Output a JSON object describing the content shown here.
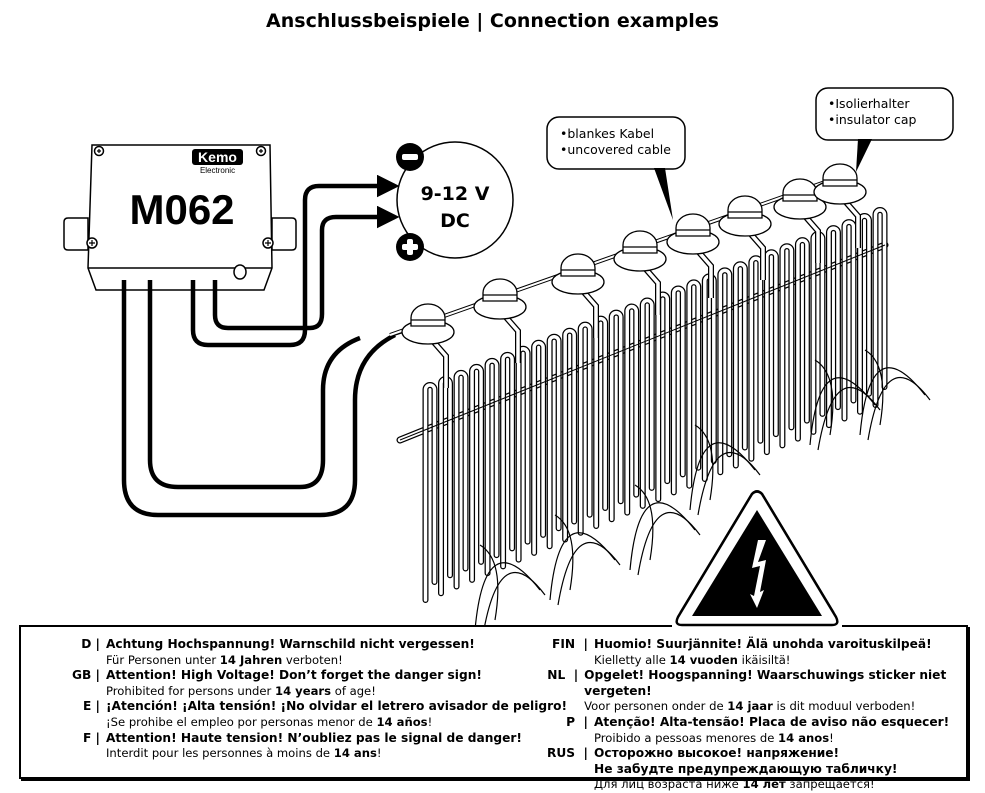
{
  "title": "Anschlussbeispiele | Connection examples",
  "device": {
    "brand": "Kemo",
    "brand_sub": "Electronic",
    "model": "M062"
  },
  "power": {
    "voltage": "9-12 V",
    "type": "DC",
    "minus_icon": "minus-circle-icon",
    "plus_icon": "plus-circle-icon"
  },
  "callouts": {
    "cable": [
      "blankes Kabel",
      "uncovered cable"
    ],
    "insulator": [
      "Isolierhalter",
      "insulator cap"
    ]
  },
  "warning_icon": "high-voltage-warning-icon",
  "warnings": {
    "left": [
      {
        "code": "D |",
        "heading": "Achtung Hochspannung! Warnschild nicht vergessen!",
        "sub_pre": "Für Personen unter ",
        "sub_bold": "14 Jahren",
        "sub_post": " verboten!"
      },
      {
        "code": "GB |",
        "heading": "Attention! High Voltage! Don’t forget the danger sign!",
        "sub_pre": "Prohibited for persons under ",
        "sub_bold": "14 years",
        "sub_post": " of age!"
      },
      {
        "code": "E |",
        "heading": "¡Atención! ¡Alta tensión! ¡No olvidar el letrero avisador de peligro!",
        "sub_pre": "¡Se prohibe el empleo por personas menor de ",
        "sub_bold": "14 años",
        "sub_post": "!"
      },
      {
        "code": "F |",
        "heading": "Attention! Haute tension! N’oubliez pas le signal de danger!",
        "sub_pre": "Interdit pour les personnes à moins de ",
        "sub_bold": "14 ans",
        "sub_post": "!"
      }
    ],
    "right": [
      {
        "code": "FIN  |",
        "heading": "Huomio! Suurjännite! Älä unohda varoituskilpeä!",
        "sub_pre": "Kielletty alle ",
        "sub_bold": "14 vuoden",
        "sub_post": " ikäisiltä!"
      },
      {
        "code": "NL  |",
        "heading": "Opgelet! Hoogspanning! Waarschuwings sticker niet vergeten!",
        "sub_pre": "Voor personen onder de ",
        "sub_bold": "14 jaar",
        "sub_post": " is dit moduul verboden!"
      },
      {
        "code": "P  |",
        "heading": "Atenção! Alta-tensão! Placa de aviso não esquecer!",
        "sub_pre": "Proibido a pessoas menores de ",
        "sub_bold": "14 anos",
        "sub_post": "!"
      },
      {
        "code": "RUS  |",
        "heading": "Осторожно высокое! напряжение!",
        "heading2": "Не забудте предупреждающую табличку!",
        "sub_pre": "Для лиц возраста ниже ",
        "sub_bold": "14 лет",
        "sub_post": " запрещается!"
      }
    ]
  }
}
